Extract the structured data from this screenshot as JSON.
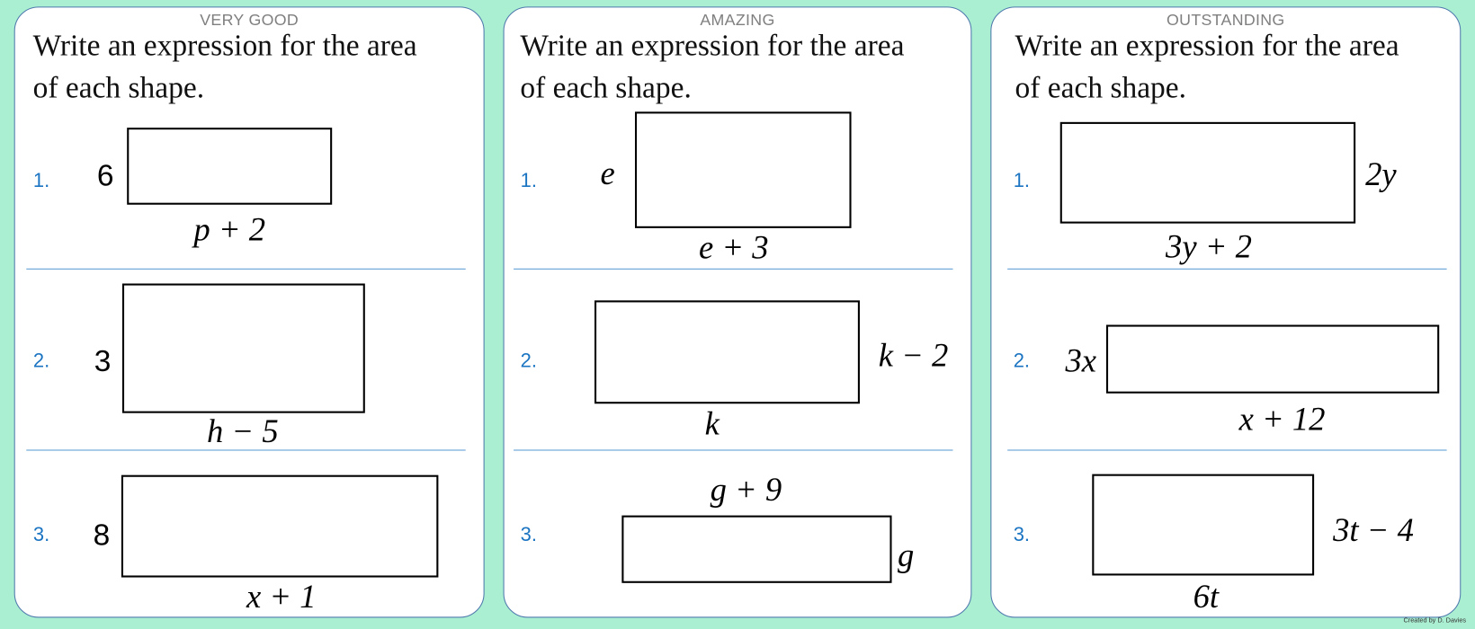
{
  "instruction_line1": "Write an expression  for the area",
  "instruction_line2": "of each shape.",
  "panels": [
    {
      "level": "VERY GOOD",
      "questions": [
        {
          "number": "1.",
          "side": "6",
          "base": "p + 2"
        },
        {
          "number": "2.",
          "side": "3",
          "base": "h − 5"
        },
        {
          "number": "3.",
          "side": "8",
          "base": "x + 1"
        }
      ]
    },
    {
      "level": "AMAZING",
      "questions": [
        {
          "number": "1.",
          "side": "e",
          "base": "e + 3"
        },
        {
          "number": "2.",
          "side": "k − 2",
          "base": "k"
        },
        {
          "number": "3.",
          "side": "g",
          "base": "g + 9"
        }
      ]
    },
    {
      "level": "OUTSTANDING",
      "questions": [
        {
          "number": "1.",
          "side": "2y",
          "base": "3y + 2"
        },
        {
          "number": "2.",
          "side": "3x",
          "base": "x + 12"
        },
        {
          "number": "3.",
          "side": "3t − 4",
          "base": "6t"
        }
      ]
    }
  ],
  "credit": "Created by D. Davies",
  "colors": {
    "background": "#aaefd2",
    "number": "#1b74c2",
    "divider": "#5b9bd5",
    "border": "#4f79ad"
  }
}
